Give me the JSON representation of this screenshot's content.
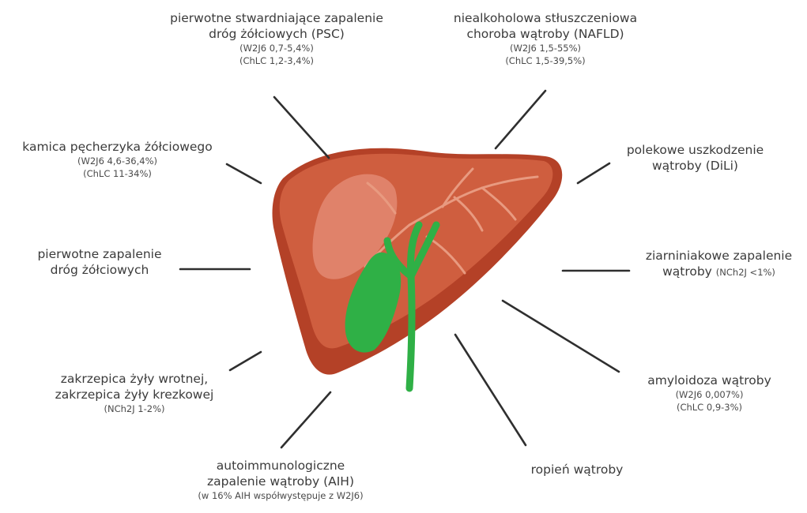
{
  "colors": {
    "liver_dark": "#b44127",
    "liver_main": "#cf5e3f",
    "liver_light": "#e0826a",
    "liver_vessel": "#e89a80",
    "gallbladder": "#2fb046",
    "connector": "#2f2f2f",
    "text": "#3b3b3b"
  },
  "illustration": {
    "organ_icon": "liver-icon",
    "gallbladder_icon": "gallbladder-icon"
  },
  "labels": {
    "psc": {
      "title_lines": [
        "pierwotne stwardniające zapalenie",
        "dróg żółciowych (PSC)"
      ],
      "sub_lines": [
        "(W2J6 0,7-5,4%)",
        "(ChLC 1,2-3,4%)"
      ]
    },
    "nafld": {
      "title_lines": [
        "niealkoholowa stłuszczeniowa",
        "choroba wątroby (NAFLD)"
      ],
      "sub_lines": [
        "(W2J6 1,5-55%)",
        "(ChLC 1,5-39,5%)"
      ]
    },
    "gallstones": {
      "title_lines": [
        "kamica pęcherzyka żółciowego"
      ],
      "sub_lines": [
        "(W2J6 4,6-36,4%)",
        "(ChLC 11-34%)"
      ]
    },
    "dili": {
      "title_lines": [
        "polekowe uszkodzenie",
        "wątroby (DiLi)"
      ],
      "sub_lines": []
    },
    "pbc": {
      "title_lines": [
        "pierwotne zapalenie",
        "dróg żółciowych"
      ],
      "sub_lines": []
    },
    "granulomatous": {
      "title_lines": [
        "ziarniniakowe zapalenie"
      ],
      "mixed_line": {
        "main": "wątroby",
        "small": "(NCh2J <1%)"
      },
      "sub_lines": []
    },
    "thrombosis": {
      "title_lines": [
        "zakrzepica żyły wrotnej,",
        "zakrzepica żyły krezkowej"
      ],
      "sub_lines": [
        "(NCh2J 1-2%)"
      ]
    },
    "amyloidosis": {
      "title_lines": [
        "amyloidoza wątroby"
      ],
      "sub_lines": [
        "(W2J6 0,007%)",
        "(ChLC 0,9-3%)"
      ]
    },
    "aih": {
      "title_lines": [
        "autoimmunologiczne",
        "zapalenie wątroby (AIH)"
      ],
      "sub_lines": [
        "(w 16% AIH współwystępuje z W2J6)"
      ]
    },
    "abscess": {
      "title_lines": [
        "ropień wątroby"
      ],
      "sub_lines": []
    }
  }
}
